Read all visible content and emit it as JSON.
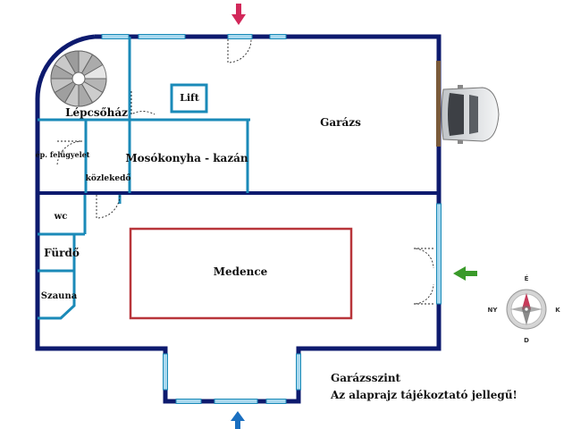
{
  "plan": {
    "rooms": {
      "stairs": "Lépcsőház",
      "lift": "Lift",
      "garage": "Garázs",
      "caretaker": "ép. felügyelet",
      "laundry_boiler": "Mosókonyha - kazán",
      "corridor": "közlekedő",
      "wc": "wc",
      "bathroom": "Fürdő",
      "sauna": "Szauna",
      "pool": "Medence"
    },
    "caption": {
      "level": "Garázsszint",
      "disclaimer": "Az alaprajz tájékoztató jellegű!"
    },
    "compass": {
      "north": "É",
      "south": "D",
      "west": "NY",
      "east": "K"
    },
    "colors": {
      "outer_wall": "#0d1a6e",
      "inner_wall": "#1a8ab8",
      "window": "#a8d8ee",
      "pool_outline": "#b8353a",
      "entry_arrow_red": "#d2285a",
      "entry_arrow_blue": "#1a6fc0",
      "entry_arrow_green": "#3a9a2a",
      "garage_door": "#7a5a3a"
    }
  }
}
